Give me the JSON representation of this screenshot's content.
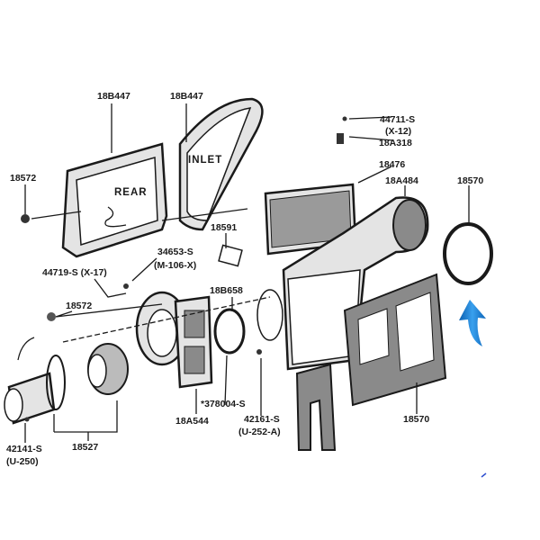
{
  "diagram": {
    "labels": {
      "rear_housing_top": "18B447",
      "inlet_housing_top": "18B447",
      "nut_left": "18572",
      "rear_text": "REAR",
      "inlet_text": "INLET",
      "screw_top": "44711-S",
      "screw_top_code": "(X-12)",
      "valve": "18A318",
      "core": "18476",
      "case": "18A484",
      "seal_ring": "18570",
      "resistor": "18591",
      "screw_34653": "34653-S",
      "screw_34653_code": "(M-106-X)",
      "screw_44719": "44719-S (X-17)",
      "ring_18b658": "18B658",
      "nut_lower": "18572",
      "screw_378004": "*378004-S",
      "blower_housing": "18A544",
      "screw_42161": "42161-S",
      "screw_42161_code": "(U-252-A)",
      "gasket": "18570",
      "screw_42141": "42141-S",
      "screw_42141_code": "(U-250)",
      "motor_wheel": "18527"
    },
    "accent_color": "#1a7fd6"
  }
}
